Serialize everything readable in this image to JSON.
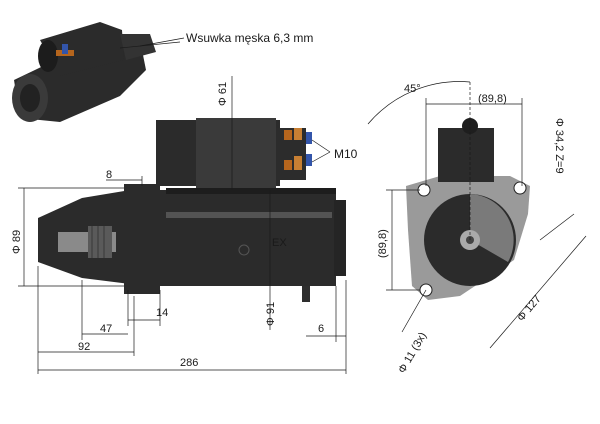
{
  "callout": {
    "connector_label": "Wsuwka męska 6,3 mm",
    "thread_label": "M10"
  },
  "side_view": {
    "dia_pinion": "Φ 89",
    "dia_solenoid": "Φ 61",
    "dia_body": "Φ 91",
    "dim_8": "8",
    "dim_14": "14",
    "dim_47": "47",
    "dim_92": "92",
    "dim_6": "6",
    "dim_286": "286"
  },
  "front_view": {
    "angle_45": "45°",
    "dim_89_8_top": "(89,8)",
    "dim_89_8_side": "(89,8)",
    "pinion_spec": "Φ 34,2 Z=9",
    "hole_spec": "Φ 11 (3x)",
    "dia_127": "Φ 127"
  },
  "colors": {
    "body": "#2b2b2b",
    "highlight": "#6e6e6e",
    "copper": "#b5651d",
    "dimension": "#1a1a1a"
  }
}
